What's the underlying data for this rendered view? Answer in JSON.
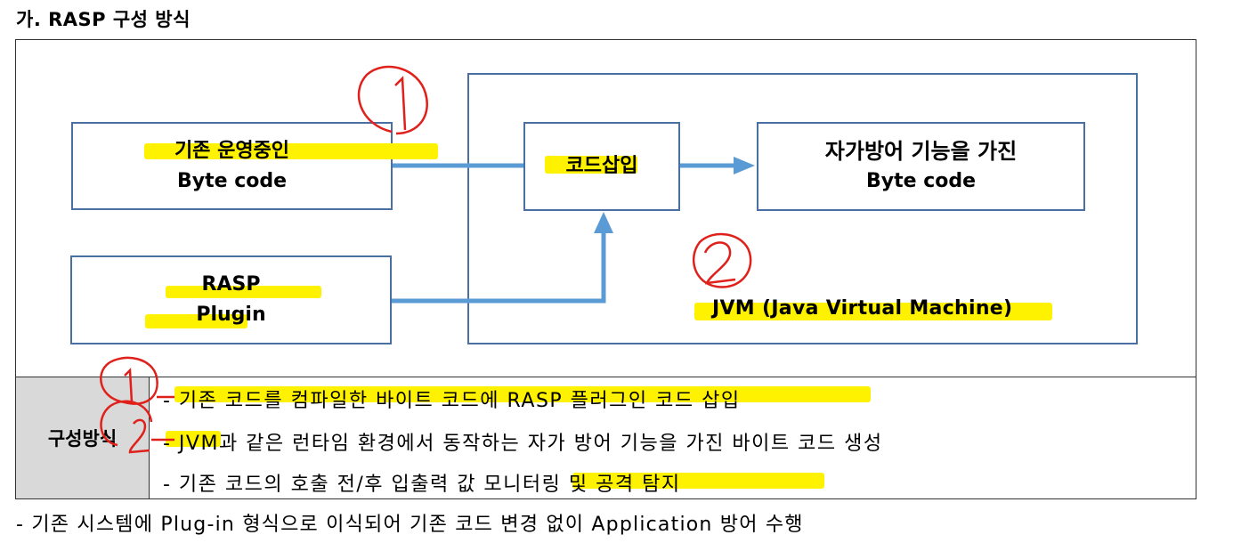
{
  "heading": "가. RASP 구성 방식",
  "diagram": {
    "existing_bytecode": {
      "line1": "기존 운영중인",
      "line2": "Byte code"
    },
    "rasp_plugin": {
      "line1": "RASP",
      "line2": "Plugin"
    },
    "code_insert": "코드삽입",
    "self_protect_bytecode": {
      "line1": "자가방어 기능을 가진",
      "line2": "Byte code"
    },
    "jvm_label": "JVM (Java Virtual Machine)"
  },
  "table": {
    "label": "구성방식",
    "rows": [
      "- 기존 코드를 컴파일한 바이트 코드에 RASP 플러그인 코드 삽입",
      "- JVM과 같은 런타임 환경에서 동작하는 자가 방어 기능을 가진 바이트 코드 생성",
      "- 기존 코드의 호출 전/후 입출력 값 모니터링 및 공격 탐지"
    ]
  },
  "footnote": "- 기존 시스템에 Plug-in 형식으로 이식되어 기존 코드 변경 없이 Application 방어 수행",
  "annotations": {
    "mark1": "1",
    "mark2": "2"
  },
  "colors": {
    "box_border": "#4a6fa3",
    "arrow": "#5b9bd5",
    "highlight": "#fff200",
    "pen": "#e0201b"
  }
}
